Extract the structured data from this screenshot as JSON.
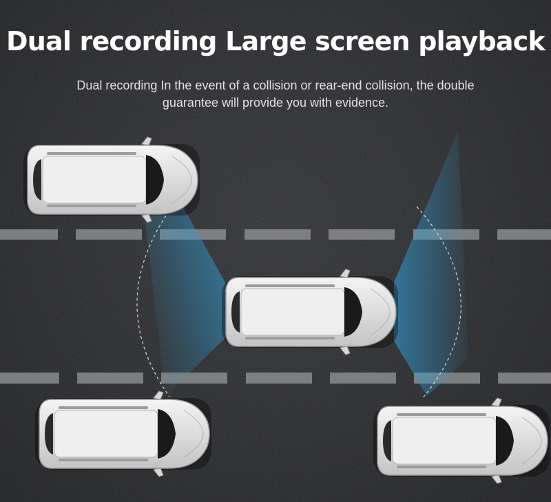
{
  "header": {
    "title": "Dual recording Large screen playback",
    "subtitle": "Dual recording In the event of a collision or rear-end collision, the double guarantee will provide you with evidence."
  },
  "scene": {
    "vehicles": [
      "car-top-left",
      "car-center",
      "car-bottom-left",
      "car-bottom-right"
    ],
    "camera_views": [
      "front-camera-beam",
      "rear-camera-beam"
    ]
  },
  "colors": {
    "road": "#222326",
    "lane_mark": "#8a8b8d",
    "beam": "#3fa8d8",
    "car_body": "#e6e6e6"
  }
}
